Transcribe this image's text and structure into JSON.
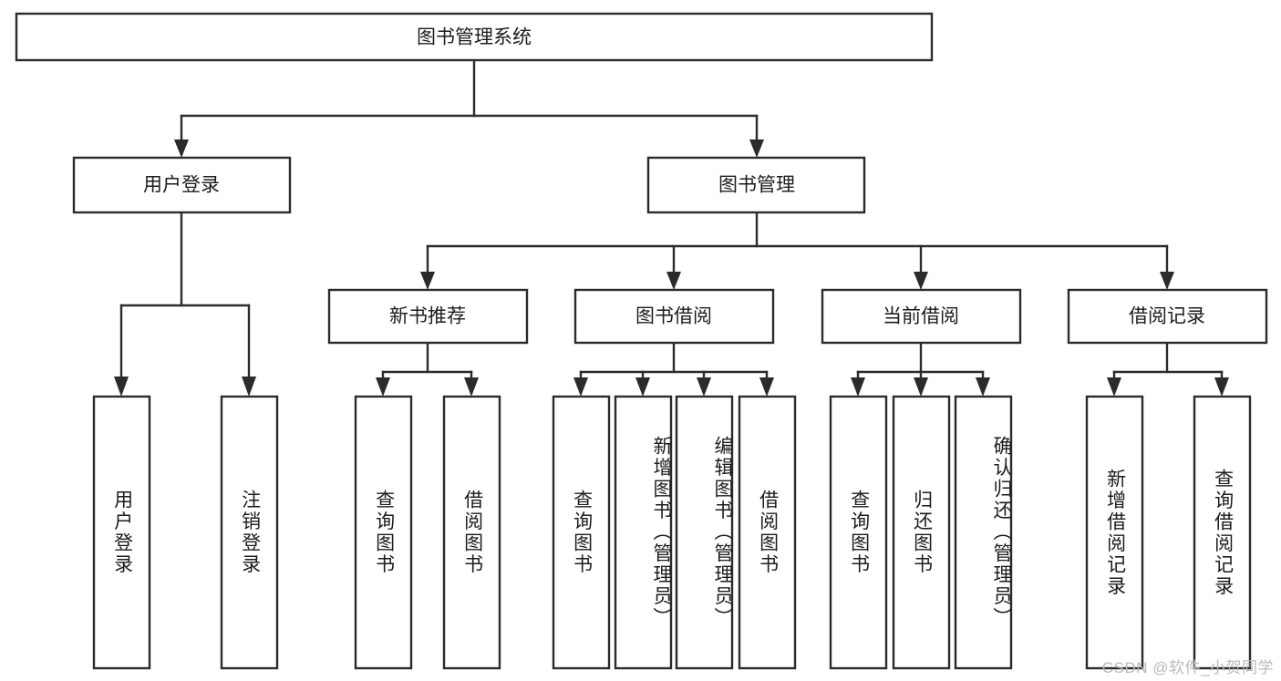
{
  "diagram": {
    "title": "图书管理系统",
    "type": "tree-hierarchy-diagram",
    "colors": {
      "stroke": "#2b2b2b",
      "fill": "#ffffff",
      "text": "#1c1c1c",
      "watermark": "#b9b9b9"
    },
    "root": {
      "label": "图书管理系统"
    },
    "level2": [
      {
        "label": "用户登录"
      },
      {
        "label": "图书管理"
      }
    ],
    "level3": [
      {
        "label": "新书推荐"
      },
      {
        "label": "图书借阅"
      },
      {
        "label": "当前借阅"
      },
      {
        "label": "借阅记录"
      }
    ],
    "leaves": [
      {
        "label": "用户登录",
        "parent": "用户登录"
      },
      {
        "label": "注销登录",
        "parent": "用户登录"
      },
      {
        "label": "查询图书",
        "parent": "新书推荐"
      },
      {
        "label": "借阅图书",
        "parent": "新书推荐"
      },
      {
        "label": "查询图书",
        "parent": "图书借阅"
      },
      {
        "label": "新增图书（管理员）",
        "parent": "图书借阅"
      },
      {
        "label": "编辑图书（管理员）",
        "parent": "图书借阅"
      },
      {
        "label": "借阅图书",
        "parent": "图书借阅"
      },
      {
        "label": "查询图书",
        "parent": "当前借阅"
      },
      {
        "label": "归还图书",
        "parent": "当前借阅"
      },
      {
        "label": "确认归还（管理员）",
        "parent": "当前借阅"
      },
      {
        "label": "新增借阅记录",
        "parent": "借阅记录"
      },
      {
        "label": "查询借阅记录",
        "parent": "借阅记录"
      }
    ],
    "watermark": "CSDN @软件_小贺同学"
  }
}
